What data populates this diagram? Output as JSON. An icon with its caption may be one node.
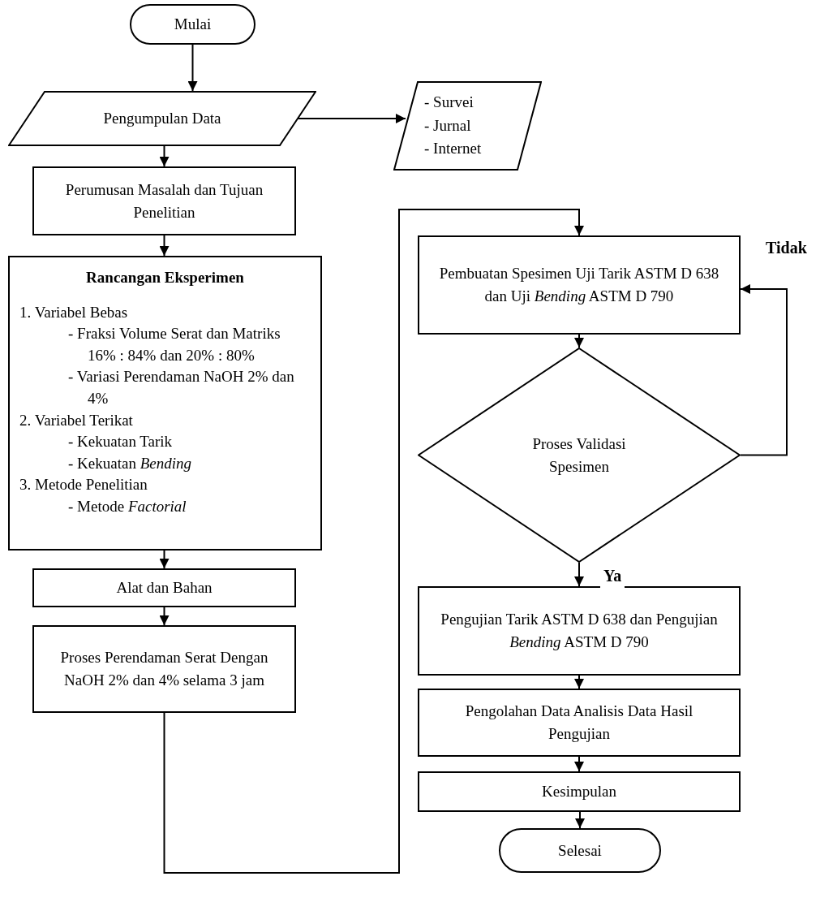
{
  "diagram": {
    "nodes": [
      {
        "text": [
          "Mulai"
        ]
      },
      {
        "text": [
          "Pengumpulan Data"
        ]
      },
      {
        "text": [
          "- Survei",
          "- Jurnal",
          "- Internet"
        ]
      },
      {
        "text": [
          "Perumusan Masalah dan Tujuan Penelitian"
        ]
      },
      {
        "text": [
          "Rancangan Eksperimen",
          "1. Variabel Bebas",
          "- Fraksi Volume Serat dan Matriks 16% : 84% dan 20% : 80%",
          "- Variasi Perendaman NaOH 2% dan 4%",
          "2. Variabel Terikat",
          "- Kekuatan Tarik",
          "- Kekuatan *Bending*",
          "3. Metode Penelitian",
          "- Metode *Factorial*"
        ]
      },
      {
        "text": [
          "Alat dan Bahan"
        ]
      },
      {
        "text": [
          "Proses Perendaman Serat Dengan NaOH 2% dan 4% selama 3 jam"
        ]
      },
      {
        "text": [
          "Pembuatan Spesimen Uji Tarik ASTM D 638 dan Uji *Bending* ASTM D 790"
        ]
      },
      {
        "text": [
          "Proses Validasi Spesimen"
        ]
      },
      {
        "text": [
          "Pengujian Tarik ASTM D 638 dan Pengujian *Bending* ASTM D 790"
        ]
      },
      {
        "text": [
          "Pengolahan Data Analisis Data Hasil Pengujian"
        ]
      },
      {
        "text": [
          "Kesimpulan"
        ]
      },
      {
        "text": [
          "Selesai"
        ]
      }
    ],
    "edges": [
      {
        "from": 0,
        "to": 1,
        "arrow": "to"
      },
      {
        "from": 1,
        "to": 2,
        "arrow": "to"
      },
      {
        "from": 1,
        "to": 3,
        "arrow": "to"
      },
      {
        "from": 3,
        "to": 4,
        "arrow": "to"
      },
      {
        "from": 4,
        "to": 5,
        "arrow": "to"
      },
      {
        "from": 5,
        "to": 6,
        "arrow": "to"
      },
      {
        "from": 6,
        "to": 7,
        "arrow": "to"
      },
      {
        "from": 7,
        "to": 8,
        "arrow": "to"
      },
      {
        "from": 8,
        "to": 7,
        "arrow": "to",
        "label": "Tidak"
      },
      {
        "from": 8,
        "to": 9,
        "arrow": "to",
        "label": "Ya"
      },
      {
        "from": 9,
        "to": 10,
        "arrow": "to"
      },
      {
        "from": 10,
        "to": 11,
        "arrow": "to"
      },
      {
        "from": 11,
        "to": 12,
        "arrow": "to"
      }
    ]
  }
}
